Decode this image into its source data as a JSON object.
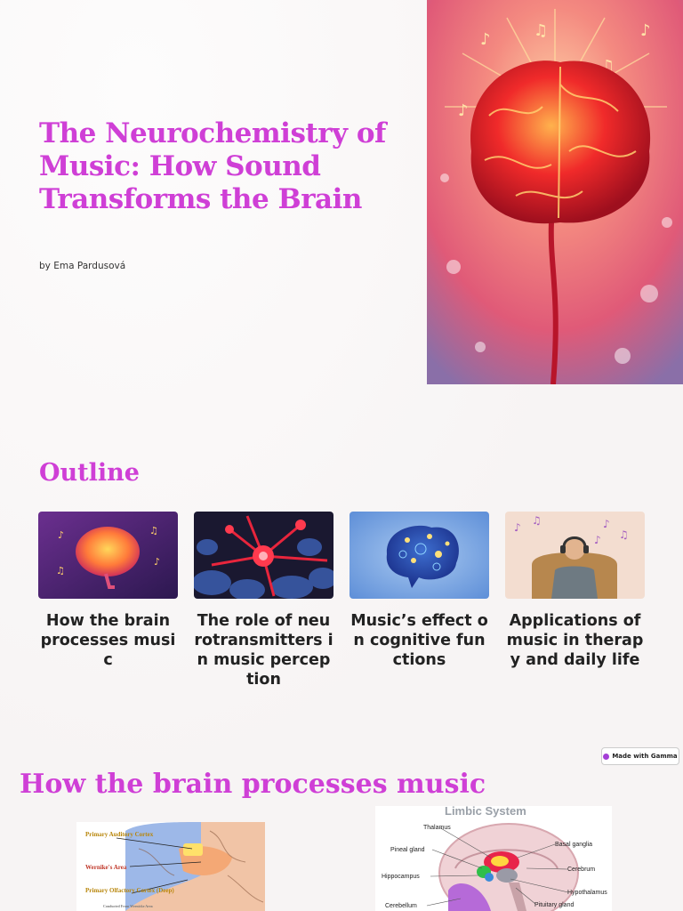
{
  "title": "The Neurochemistry of Music: How Sound Transforms the Brain",
  "byline": "by Ema Pardusová",
  "outline": {
    "heading": "Outline",
    "cards": [
      {
        "label": "How the brain processes music"
      },
      {
        "label": "The role of neurotransmitters in music perception"
      },
      {
        "label": "Music’s effect on cognitive functions"
      },
      {
        "label": "Applications of music in therapy and daily life"
      }
    ]
  },
  "badge": {
    "label": "Made with Gamma"
  },
  "section2": {
    "heading": "How the brain processes music",
    "left_diagram": {
      "labels": [
        "Primary Auditory Cortex",
        "Wernike's Area",
        "Primary Olfactory Cortex (Deep)",
        "Conducted From Wernicke Area"
      ]
    },
    "right_diagram": {
      "title": "Limbic System",
      "labels": [
        "Thalamus",
        "Basal ganglia",
        "Pineal gland",
        "Cerebrum",
        "Hippocampus",
        "Hypothalamus",
        "Cerebellum",
        "Pituitary gland"
      ]
    }
  },
  "colors": {
    "accent": "#cf3fd6",
    "text": "#222222"
  }
}
